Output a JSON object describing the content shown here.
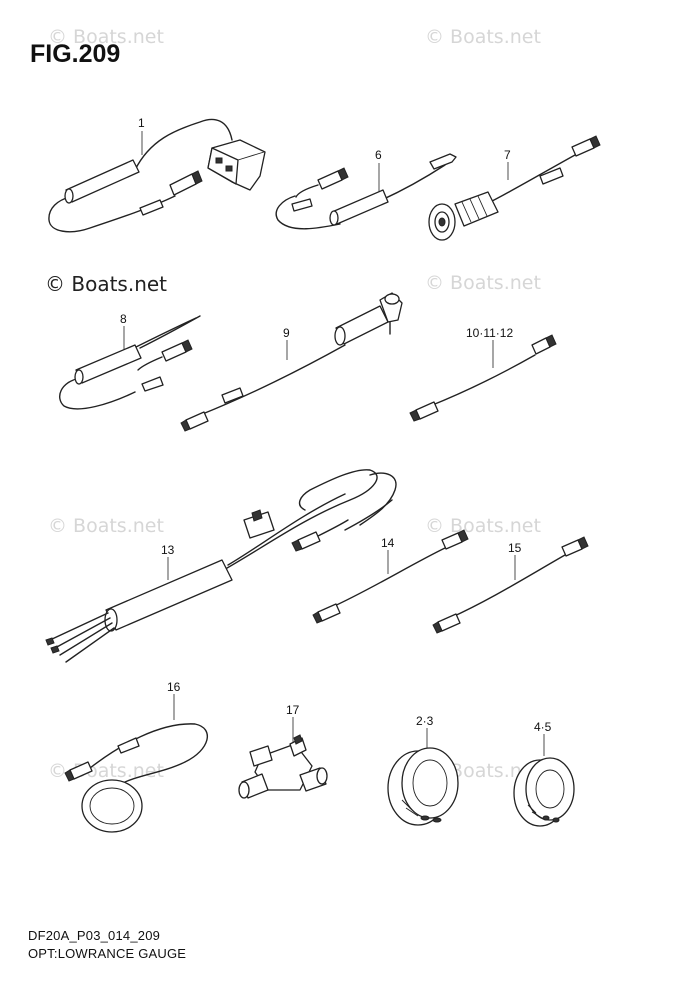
{
  "figure": {
    "title": "FIG.209",
    "footer_code": "DF20A_P03_014_209",
    "footer_caption": "OPT:LOWRANCE GAUGE"
  },
  "watermark_text": "© Boats.net",
  "callouts": {
    "part_1": "1",
    "part_6": "6",
    "part_7": "7",
    "part_8": "8",
    "part_9": "9",
    "part_10_11_12": "10·11·12",
    "part_13": "13",
    "part_14": "14",
    "part_15": "15",
    "part_16": "16",
    "part_17": "17",
    "part_2_3": "2·3",
    "part_4_5": "4·5"
  }
}
